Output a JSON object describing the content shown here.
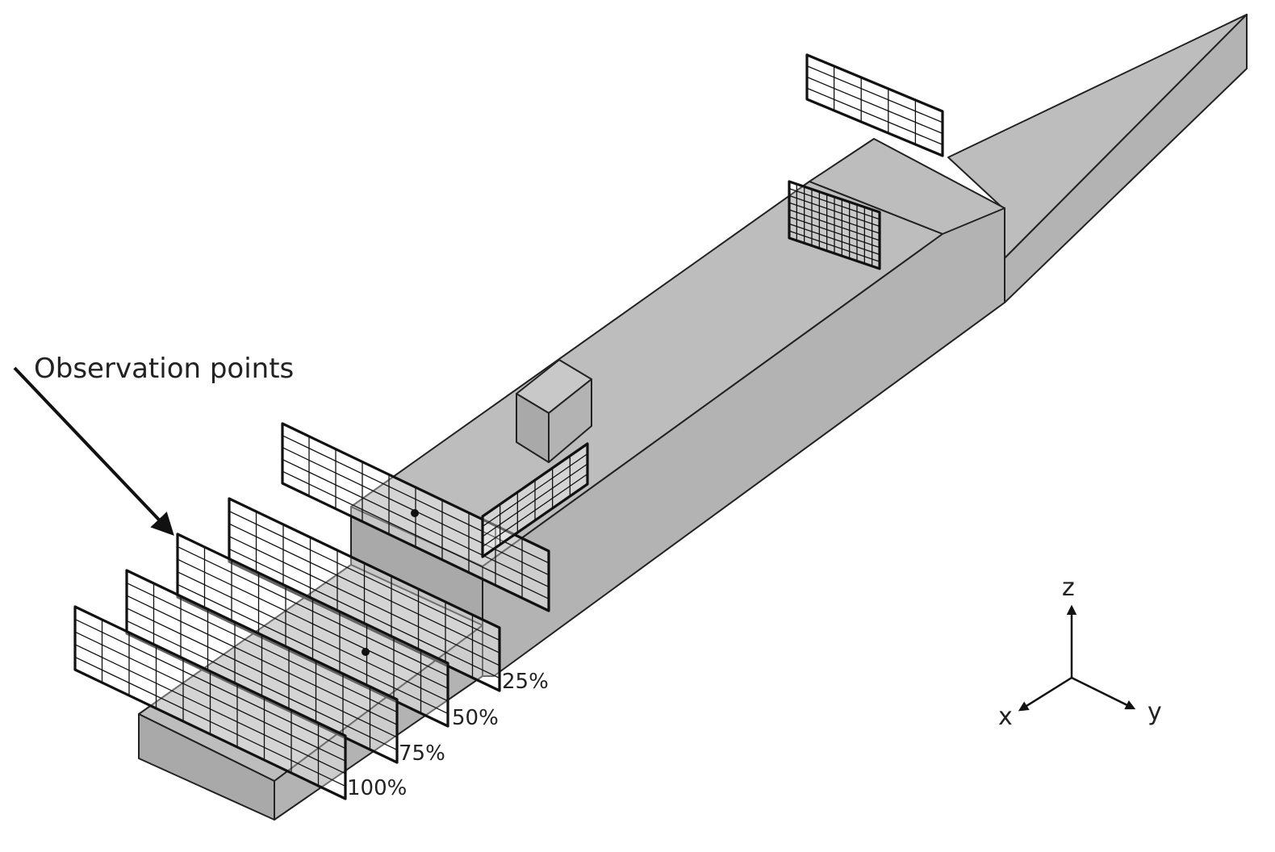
{
  "annotation": {
    "text": "Observation points"
  },
  "positions": [
    {
      "label": "25%"
    },
    {
      "label": "50%"
    },
    {
      "label": "75%"
    },
    {
      "label": "100%"
    }
  ],
  "axes": {
    "x": "x",
    "y": "y",
    "z": "z"
  },
  "colors": {
    "top_face": "#bdbdbd",
    "front_face": "#a9a9a9",
    "side_face": "#b3b3b3",
    "outline": "#222222",
    "grid": "#111111"
  }
}
